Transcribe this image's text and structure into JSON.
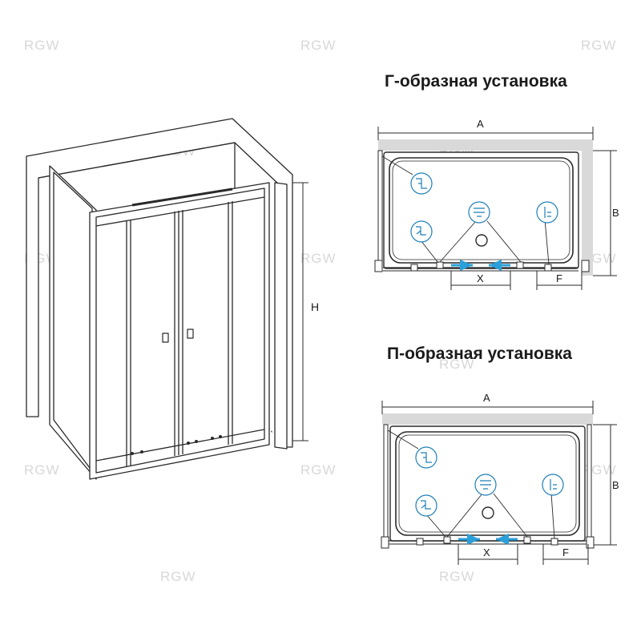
{
  "watermark": "RGW",
  "sections": {
    "l_shape_title": "Г-образная установка",
    "u_shape_title": "П-образная установка"
  },
  "dimensions": {
    "height": "H",
    "width": "A",
    "depth": "B",
    "opening": "X",
    "fixed": "F"
  },
  "icons": {
    "tray": "shower-tray-icon",
    "drain": "drain-icon",
    "door_arrows": "sliding-arrow-icon"
  },
  "colors": {
    "line": "#2a2a2a",
    "wall": "#d9d9d9",
    "accent": "#2b9fd8",
    "detail": "#1f7fb8"
  }
}
